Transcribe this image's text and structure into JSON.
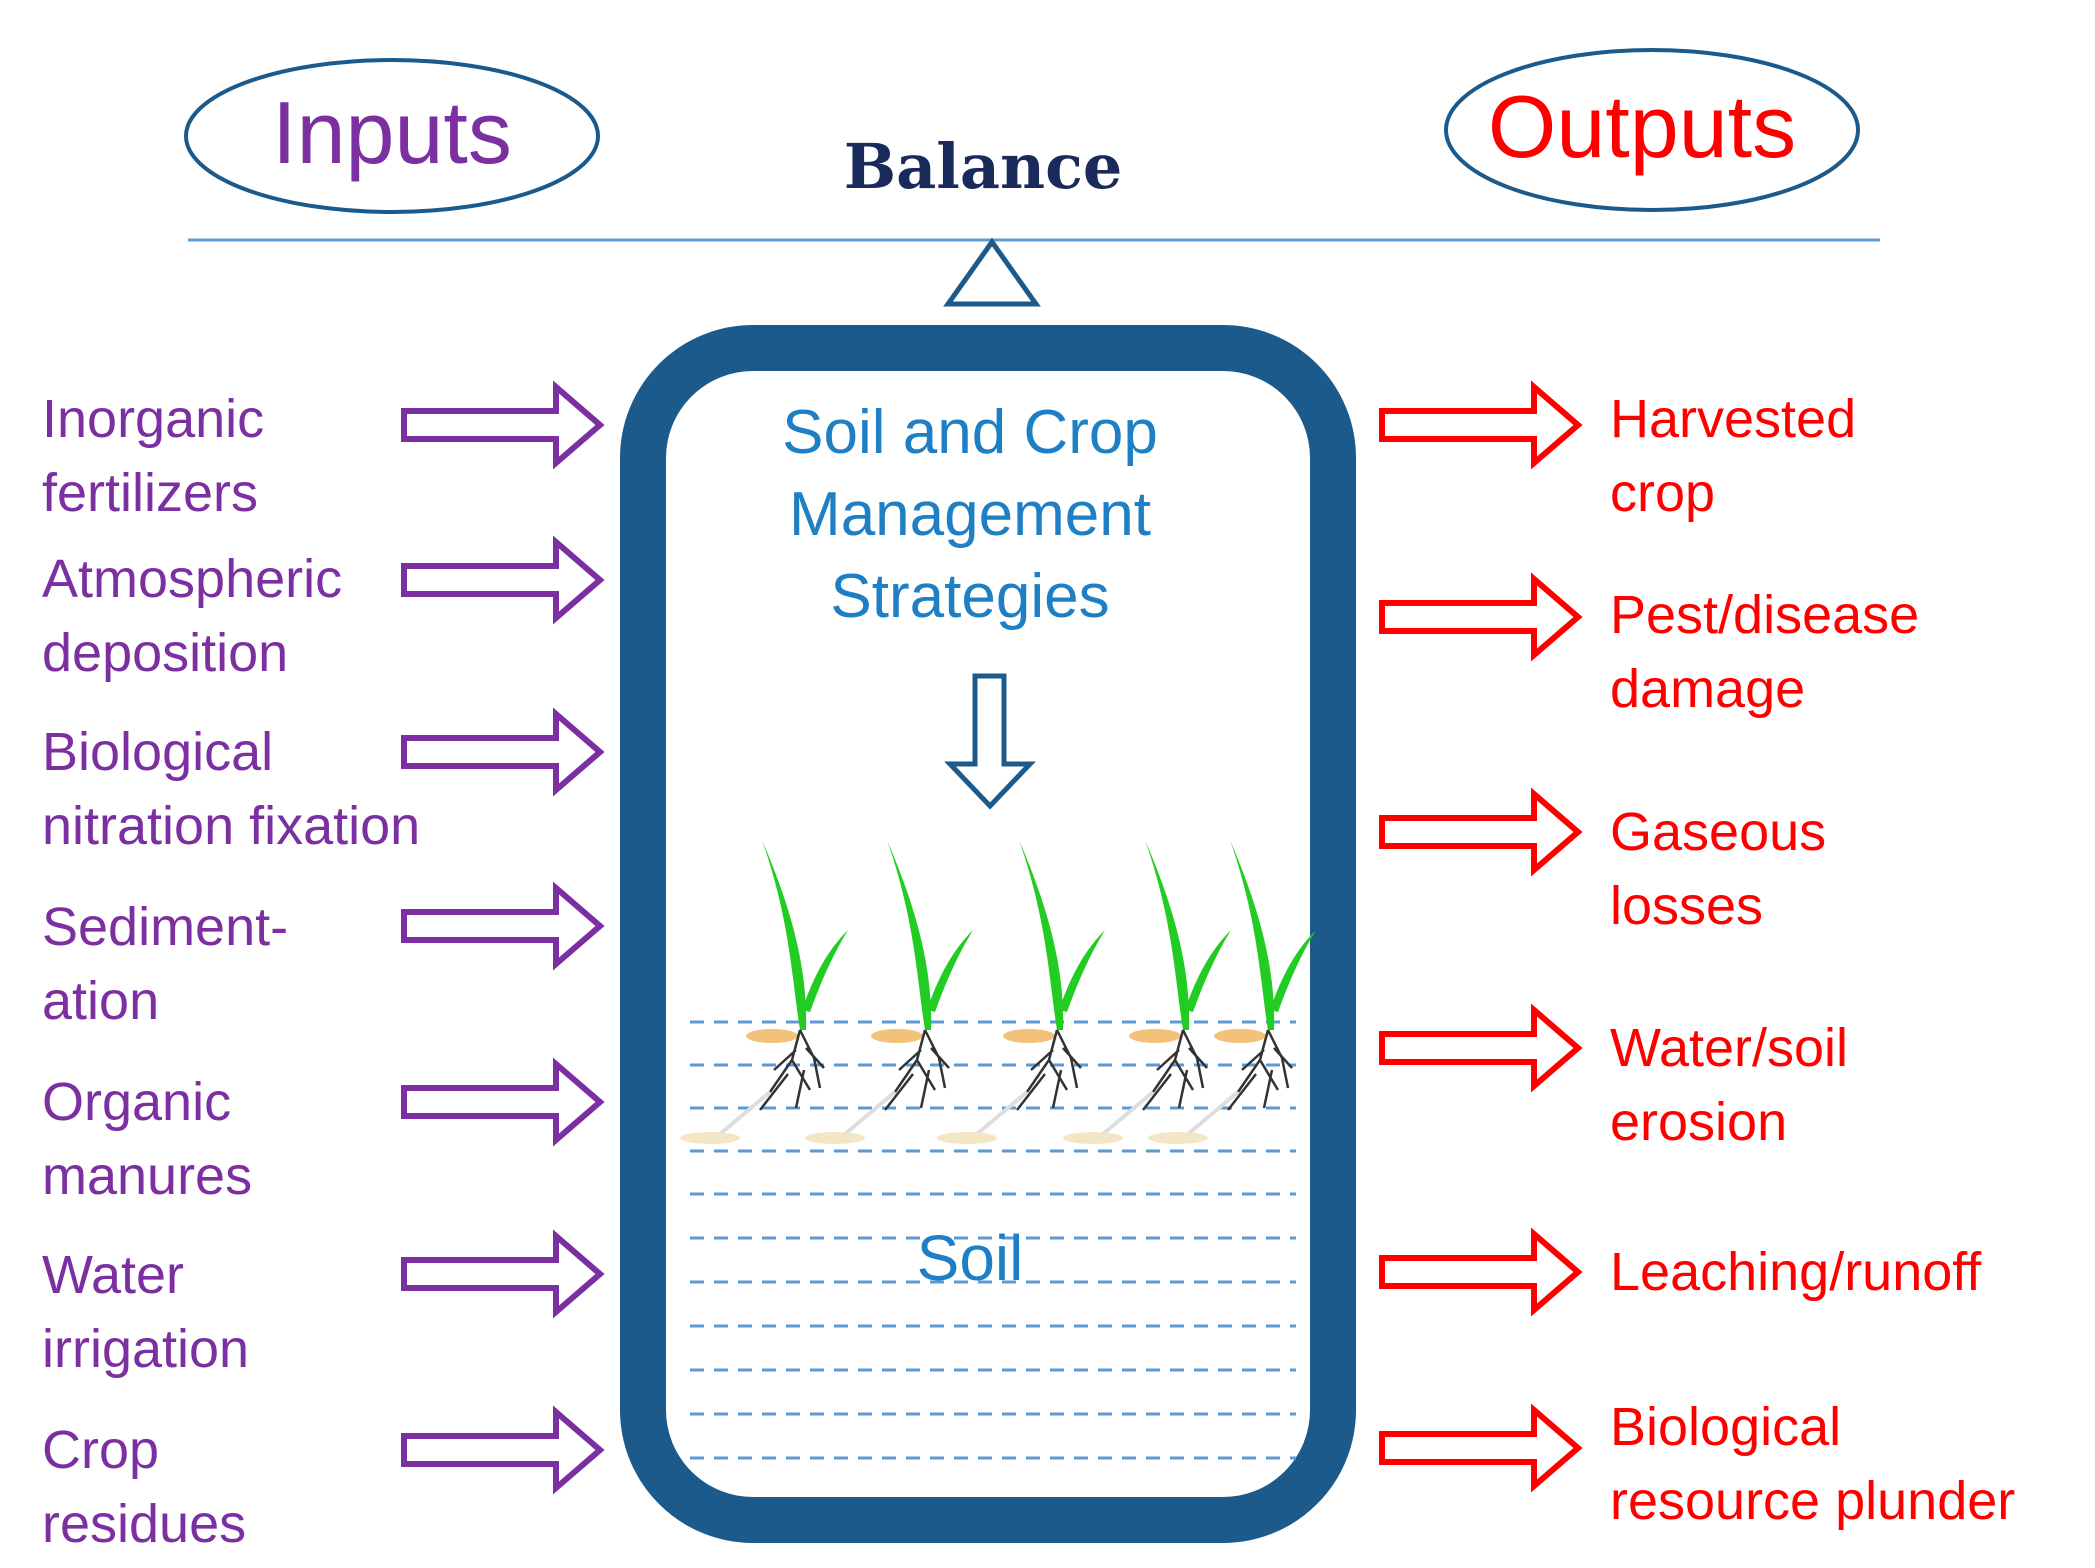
{
  "header": {
    "inputs_label": "Inputs",
    "outputs_label": "Outputs",
    "balance_label": "Balance"
  },
  "center": {
    "title_lines": [
      "Soil and Crop",
      "Management",
      "Strategies"
    ],
    "soil_label": "Soil"
  },
  "inputs": [
    {
      "lines": [
        "Inorganic",
        "fertilizers"
      ]
    },
    {
      "lines": [
        "Atmospheric",
        "deposition"
      ]
    },
    {
      "lines": [
        "Biological",
        "nitration fixation"
      ]
    },
    {
      "lines": [
        "Sediment-",
        "ation"
      ]
    },
    {
      "lines": [
        "Organic",
        "manures"
      ]
    },
    {
      "lines": [
        "Water",
        "irrigation"
      ]
    },
    {
      "lines": [
        "Crop",
        "residues"
      ]
    }
  ],
  "outputs": [
    {
      "lines": [
        "Harvested",
        "crop"
      ]
    },
    {
      "lines": [
        "Pest/disease",
        "damage"
      ]
    },
    {
      "lines": [
        "Gaseous",
        "losses"
      ]
    },
    {
      "lines": [
        "Water/soil",
        "erosion"
      ]
    },
    {
      "lines": [
        "Leaching/runoff"
      ]
    },
    {
      "lines": [
        "Biological",
        "resource plunder"
      ]
    }
  ],
  "colors": {
    "inputs": "#7b2fa0",
    "outputs": "#ff0000",
    "container": "#1b5a8a",
    "center_text": "#1f7fc4",
    "balance": "#1a2a5a",
    "plant": "#22cc22",
    "dashes": "#5b9bd5"
  }
}
